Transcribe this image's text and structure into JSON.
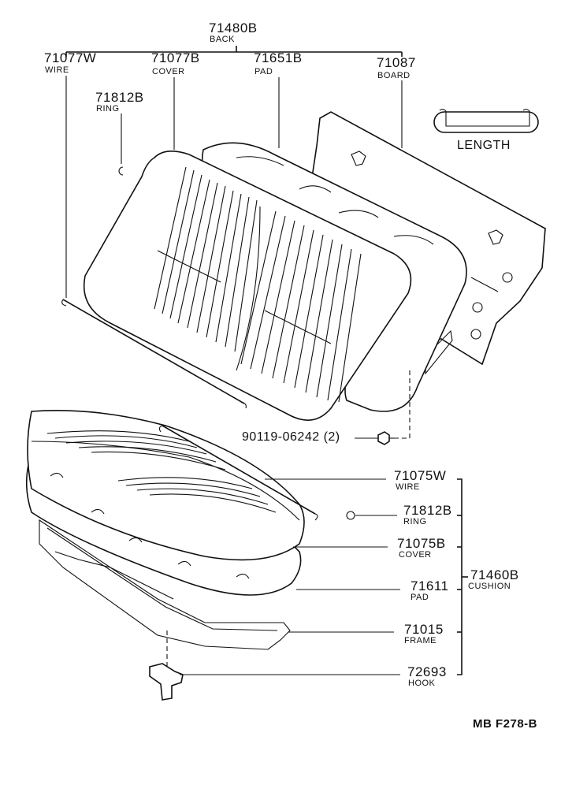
{
  "diagram": {
    "code": "MB F278-B",
    "length_label": "LENGTH",
    "parts": {
      "back": {
        "number": "71480B",
        "name": "BACK"
      },
      "back_wire": {
        "number": "71077W",
        "name": "WIRE"
      },
      "back_cover": {
        "number": "71077B",
        "name": "COVER"
      },
      "back_pad": {
        "number": "71651B",
        "name": "PAD"
      },
      "back_board": {
        "number": "71087",
        "name": "BOARD"
      },
      "back_ring": {
        "number": "71812B",
        "name": "RING"
      },
      "bolt": {
        "number": "90119-06242 (2)"
      },
      "cushion_wire": {
        "number": "71075W",
        "name": "WIRE"
      },
      "cushion_ring": {
        "number": "71812B",
        "name": "RING"
      },
      "cushion_cover": {
        "number": "71075B",
        "name": "COVER"
      },
      "cushion": {
        "number": "71460B",
        "name": "CUSHION"
      },
      "cushion_pad": {
        "number": "71611",
        "name": "PAD"
      },
      "cushion_frame": {
        "number": "71015",
        "name": "FRAME"
      },
      "hook": {
        "number": "72693",
        "name": "HOOK"
      }
    }
  }
}
